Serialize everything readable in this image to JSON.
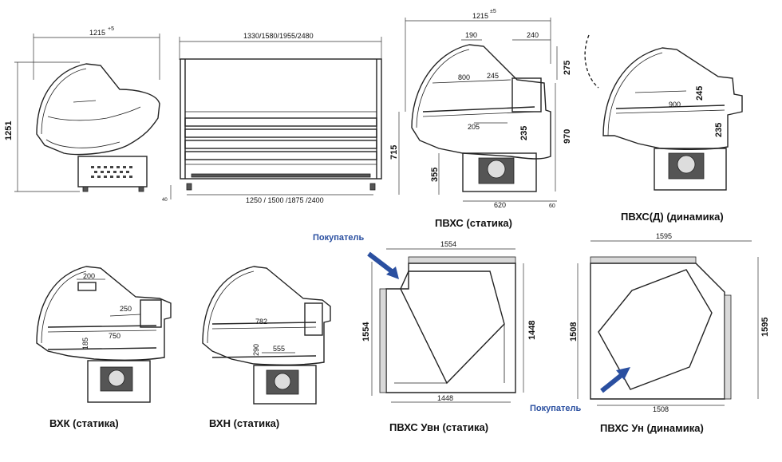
{
  "dims": {
    "d1215_a": "1215",
    "d1215_a_sup": "+5",
    "d1251": "1251",
    "d_lengths": "1330/1580/1955/2480",
    "d_inner": "1250 / 1500 /1875 /2400",
    "d40": "40",
    "d1215_b": "1215",
    "d1215_b_sup": "±5",
    "d190": "190",
    "d240": "240",
    "d275": "275",
    "d800": "800",
    "d245": "245",
    "d205": "205",
    "d235": "235",
    "d970": "970",
    "d715": "715",
    "d355": "355",
    "d620": "620",
    "d60": "60",
    "d900": "900",
    "d245_b": "245",
    "d235_b": "235",
    "d200": "200",
    "d250": "250",
    "d750": "750",
    "d185": "185",
    "d782": "782",
    "d290": "290",
    "d555": "555",
    "d1554_top": "1554",
    "d1554_left": "1554",
    "d1448_right": "1448",
    "d1448_bottom": "1448",
    "d1595_top": "1595",
    "d1595_right": "1595",
    "d1508_left": "1508",
    "d1508_bottom": "1508"
  },
  "captions": {
    "pvhs_static": "ПВХС (статика)",
    "pvhs_dyn": "ПВХС(Д) (динамика)",
    "vhk": "ВХК (статика)",
    "vhn": "ВХН (статика)",
    "pvhs_uvn": "ПВХС Увн (статика)",
    "pvhs_un": "ПВХС Ун (динамика)"
  },
  "labels": {
    "buyer_1": "Покупатель",
    "buyer_2": "Покупатель"
  },
  "colors": {
    "arrow": "#2a4fa0",
    "line": "#222222"
  }
}
